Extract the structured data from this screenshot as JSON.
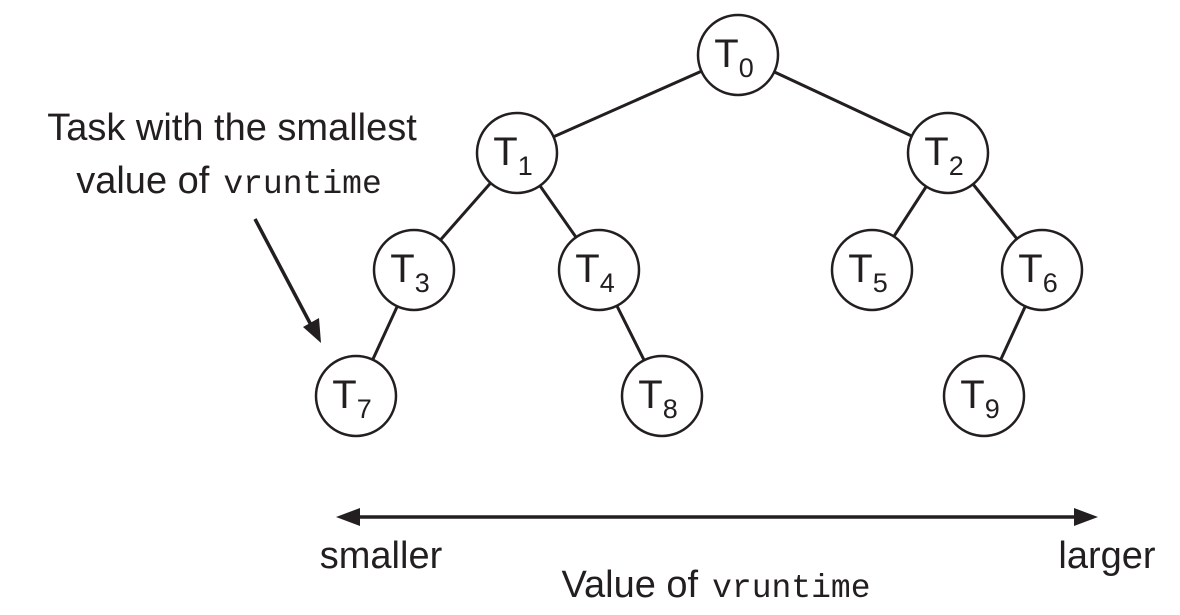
{
  "tree": {
    "nodes": [
      {
        "id": "T0",
        "letter": "T",
        "sub": "0"
      },
      {
        "id": "T1",
        "letter": "T",
        "sub": "1"
      },
      {
        "id": "T2",
        "letter": "T",
        "sub": "2"
      },
      {
        "id": "T3",
        "letter": "T",
        "sub": "3"
      },
      {
        "id": "T4",
        "letter": "T",
        "sub": "4"
      },
      {
        "id": "T5",
        "letter": "T",
        "sub": "5"
      },
      {
        "id": "T6",
        "letter": "T",
        "sub": "6"
      },
      {
        "id": "T7",
        "letter": "T",
        "sub": "7"
      },
      {
        "id": "T8",
        "letter": "T",
        "sub": "8"
      },
      {
        "id": "T9",
        "letter": "T",
        "sub": "9"
      }
    ],
    "edges": [
      [
        "T0",
        "T1"
      ],
      [
        "T0",
        "T2"
      ],
      [
        "T1",
        "T3"
      ],
      [
        "T1",
        "T4"
      ],
      [
        "T2",
        "T5"
      ],
      [
        "T2",
        "T6"
      ],
      [
        "T3",
        "T7"
      ],
      [
        "T4",
        "T8"
      ],
      [
        "T6",
        "T9"
      ]
    ]
  },
  "callout": {
    "line1": "Task with the smallest",
    "line2_prefix": "value of",
    "line2_code": "vruntime"
  },
  "axis": {
    "left_label": "smaller",
    "right_label": "larger",
    "caption_prefix": "Value of",
    "caption_code": "vruntime"
  }
}
